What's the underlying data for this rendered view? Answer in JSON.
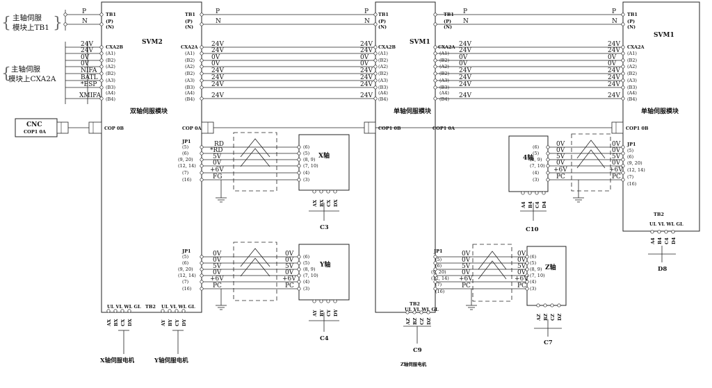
{
  "notes": {
    "tb1_line1": "主轴伺服",
    "tb1_line2": "模块上TB1",
    "cxa_line1": "主轴伺服",
    "cxa_line2": "模块上CXA2A",
    "brace_left": "{",
    "brace_right": "}"
  },
  "svm2": {
    "name": "SVM2",
    "module_label": "双轴伺服模块",
    "tb1_header": "TB1",
    "tb1_pins": [
      "(P)",
      "(N)"
    ],
    "cxa_in_header": "CXA2B",
    "cxa_out_header": "CXA2A",
    "cxa_pins": [
      "(A1)",
      "(B2)",
      "(A2)",
      "(B2)",
      "(A3)",
      "(B3)",
      "(A4)",
      "(B4)"
    ],
    "cop_in": "COP 0B",
    "cop_out": "COP 0A",
    "tb2_label": "TB2",
    "tb2_terminals": "UL VL WL GL"
  },
  "svm1a": {
    "name": "SVM1",
    "module_label": "单轴伺服模块",
    "tb1_header": "TB1",
    "tb1_pins": [
      "(P)",
      "(N)"
    ],
    "cxa_header": "CXA2B",
    "cxa_pins": [
      "(A1)",
      "(B2)",
      "(A2)",
      "(B2)",
      "(A3)",
      "(B3)",
      "(A4)",
      "(B4)"
    ],
    "cop_in": "COP1 0B",
    "tb2_label": "TB2",
    "tb2_terminals": "UL VL WL GL"
  },
  "svm1b": {
    "name": "SVM1",
    "module_label": "单轴伺服模块",
    "tb1_header": "TB1",
    "tb1_pins": [
      "(P)",
      "(N)"
    ],
    "cxa_header": "CXA2A",
    "cxa_pins": [
      "(A1)",
      "(B2)",
      "(A2)",
      "(B2)",
      "(A3)",
      "(B3)",
      "(A4)",
      "(B4)"
    ],
    "cop_in": "COP1 0B",
    "tb2_label": "TB2",
    "tb2_terminals": "UL VL WL GL"
  },
  "svm1b_left": {
    "tb1_header": "TB1",
    "tb1_pins": [
      "(P)",
      "(N)"
    ],
    "cxa_header": "CXA2A",
    "cxa_pins": [
      "(A1)",
      "(B2)",
      "(A2)",
      "(B2)",
      "(A3)",
      "(B3)",
      "(A4)",
      "(B4)"
    ],
    "cop_out": "COP1 0A"
  },
  "bus_signals": {
    "tb1": [
      "P",
      "N"
    ],
    "cxa_left": [
      "24V",
      "24V",
      "0V",
      "0V",
      "NIFA",
      "BATL",
      "*ESP",
      "XMIFA"
    ],
    "cxa": [
      "24V",
      "24V",
      "0V",
      "0V",
      "24V",
      "24V",
      "24V",
      "24V"
    ]
  },
  "cnc": {
    "title": "CNC",
    "port": "COP1 0A"
  },
  "jp1": {
    "header": "JP1",
    "pins_left": [
      "(5)",
      "(6)",
      "(9, 20)",
      "(12, 14)",
      "(7)",
      "(16)"
    ],
    "pins_enc": [
      "(6)",
      "(5)",
      "(8, 9)",
      "(7, 10)",
      "(4)",
      "(3)"
    ]
  },
  "x_axis": {
    "label": "X轴",
    "signals_left": [
      "RD",
      "*RD",
      "5V",
      "0V",
      "+6V",
      "FG"
    ],
    "signals_right": [],
    "terminals": [
      "AX",
      "BX",
      "CX",
      "DX"
    ],
    "plug": "C3"
  },
  "y_axis": {
    "label": "Y轴",
    "signals_left": [
      "0V",
      "0V",
      "5V",
      "0V",
      "+6V",
      "PC"
    ],
    "signals_right": [
      "0V",
      "0V",
      "5V",
      "0V",
      "+6V",
      "PC"
    ],
    "terminals": [
      "AY",
      "BY",
      "CY",
      "DY"
    ],
    "plug": "C4"
  },
  "z_axis": {
    "label": "Z轴",
    "signals_left": [
      "0V",
      "0V",
      "5V",
      "0V",
      "+6V",
      "PC"
    ],
    "signals_right": [
      "0V",
      "0V",
      "5V",
      "0V",
      "+6V",
      "PC"
    ],
    "terminals": [
      "AZ",
      "BZ",
      "CZ",
      "DZ"
    ],
    "plug": "C7"
  },
  "axis4": {
    "label": "4轴",
    "signals_left": [
      "0V",
      "0V",
      "5V",
      "0V",
      "+6V",
      "PC"
    ],
    "signals_right": [
      "0V",
      "0V",
      "5V",
      "0V",
      "+6V",
      "PC"
    ],
    "terminals": [
      "A4",
      "B4",
      "C4",
      "D4"
    ],
    "plug": "C10"
  },
  "svm2_motor_x": {
    "terminals": [
      "AX",
      "BX",
      "CX",
      "DX"
    ],
    "caption": "X轴伺服电机"
  },
  "svm2_motor_y": {
    "terminals": [
      "AY",
      "BY",
      "CY",
      "DY"
    ],
    "caption": "Y轴伺服电机"
  },
  "svm1a_motor": {
    "terminals": [
      "AZ",
      "BZ",
      "CZ",
      "DZ"
    ],
    "plug": "C9",
    "caption": "Z轴伺服电机"
  },
  "svm1b_motor": {
    "terminals": [
      "A4",
      "B4",
      "C4",
      "D4"
    ],
    "plug": "D8"
  }
}
